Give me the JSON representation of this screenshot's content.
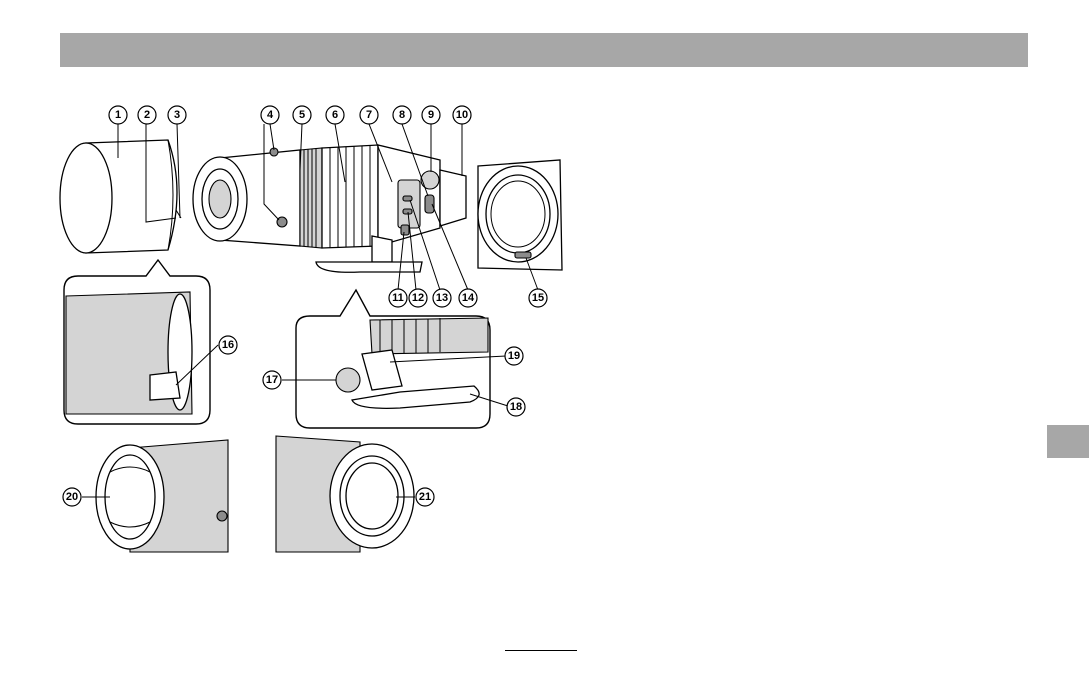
{
  "page": {
    "number": "",
    "header_bar_color": "#a7a7a7",
    "side_tab_color": "#a7a7a7"
  },
  "figure": {
    "callouts": [
      {
        "id": "1",
        "label": "①"
      },
      {
        "id": "2",
        "label": "②"
      },
      {
        "id": "3",
        "label": "③"
      },
      {
        "id": "4",
        "label": "④"
      },
      {
        "id": "5",
        "label": "⑤"
      },
      {
        "id": "6",
        "label": "⑥"
      },
      {
        "id": "7",
        "label": "⑦"
      },
      {
        "id": "8",
        "label": "⑧"
      },
      {
        "id": "9",
        "label": "⑨"
      },
      {
        "id": "10",
        "label": "⑩"
      },
      {
        "id": "11",
        "label": "⑪"
      },
      {
        "id": "12",
        "label": "⑫"
      },
      {
        "id": "13",
        "label": "⑬"
      },
      {
        "id": "14",
        "label": "⑭"
      },
      {
        "id": "15",
        "label": "⑮"
      },
      {
        "id": "16",
        "label": "⑯"
      },
      {
        "id": "17",
        "label": "⑰"
      },
      {
        "id": "18",
        "label": "⑱"
      },
      {
        "id": "19",
        "label": "⑲"
      },
      {
        "id": "20",
        "label": "⑳"
      },
      {
        "id": "21",
        "label": "㉑"
      }
    ]
  }
}
